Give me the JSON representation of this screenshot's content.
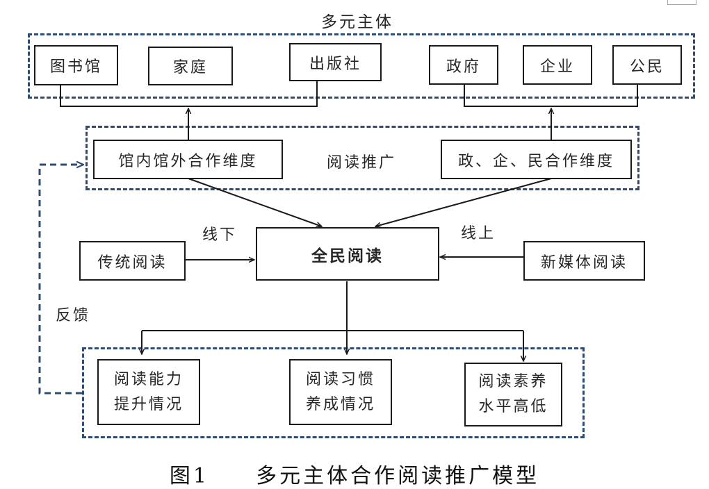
{
  "title": "多元主体",
  "subjects": [
    "图书馆",
    "家庭",
    "出版社",
    "政府",
    "企业",
    "公民"
  ],
  "promotion": {
    "left": "馆内馆外合作维度",
    "center": "阅读推广",
    "right": "政、企、民合作维度"
  },
  "center_node": "全民阅读",
  "offline_label": "线下",
  "online_label": "线上",
  "traditional": "传统阅读",
  "new_media": "新媒体阅读",
  "feedback": "反馈",
  "outcomes": [
    {
      "line1": "阅读能力",
      "line2": "提升情况"
    },
    {
      "line1": "阅读习惯",
      "line2": "养成情况"
    },
    {
      "line1": "阅读素养",
      "line2": "水平高低"
    }
  ],
  "caption": {
    "figure": "图1",
    "text": "多元主体合作阅读推广模型"
  }
}
